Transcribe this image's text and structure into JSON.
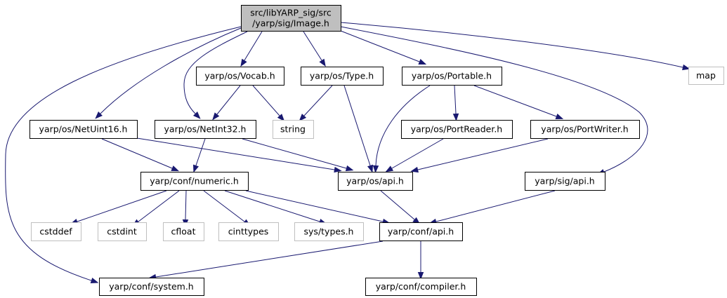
{
  "diagram": {
    "type": "include-dependency-graph",
    "colors": {
      "background": "#ffffff",
      "root_fill": "#bfbfbf",
      "node_border": "#000000",
      "external_border": "#bfbfbf",
      "edge": "#191970"
    },
    "nodes": [
      {
        "id": "image",
        "kind": "root",
        "lines": [
          "src/libYARP_sig/src",
          "/yarp/sig/Image.h"
        ]
      },
      {
        "id": "vocab",
        "kind": "local",
        "lines": [
          "yarp/os/Vocab.h"
        ]
      },
      {
        "id": "type",
        "kind": "local",
        "lines": [
          "yarp/os/Type.h"
        ]
      },
      {
        "id": "portable",
        "kind": "local",
        "lines": [
          "yarp/os/Portable.h"
        ]
      },
      {
        "id": "map",
        "kind": "external",
        "lines": [
          "map"
        ]
      },
      {
        "id": "netuint16",
        "kind": "local",
        "lines": [
          "yarp/os/NetUint16.h"
        ]
      },
      {
        "id": "netint32",
        "kind": "local",
        "lines": [
          "yarp/os/NetInt32.h"
        ]
      },
      {
        "id": "string",
        "kind": "external",
        "lines": [
          "string"
        ]
      },
      {
        "id": "portreader",
        "kind": "local",
        "lines": [
          "yarp/os/PortReader.h"
        ]
      },
      {
        "id": "portwriter",
        "kind": "local",
        "lines": [
          "yarp/os/PortWriter.h"
        ]
      },
      {
        "id": "numeric",
        "kind": "local",
        "lines": [
          "yarp/conf/numeric.h"
        ]
      },
      {
        "id": "osapi",
        "kind": "local",
        "lines": [
          "yarp/os/api.h"
        ]
      },
      {
        "id": "sigapi",
        "kind": "local",
        "lines": [
          "yarp/sig/api.h"
        ]
      },
      {
        "id": "cstddef",
        "kind": "external",
        "lines": [
          "cstddef"
        ]
      },
      {
        "id": "cstdint",
        "kind": "external",
        "lines": [
          "cstdint"
        ]
      },
      {
        "id": "cfloat",
        "kind": "external",
        "lines": [
          "cfloat"
        ]
      },
      {
        "id": "cinttypes",
        "kind": "external",
        "lines": [
          "cinttypes"
        ]
      },
      {
        "id": "systypes",
        "kind": "external",
        "lines": [
          "sys/types.h"
        ]
      },
      {
        "id": "confapi",
        "kind": "local",
        "lines": [
          "yarp/conf/api.h"
        ]
      },
      {
        "id": "system",
        "kind": "local",
        "lines": [
          "yarp/conf/system.h"
        ]
      },
      {
        "id": "compiler",
        "kind": "local",
        "lines": [
          "yarp/conf/compiler.h"
        ]
      }
    ],
    "edges": [
      {
        "from": "image",
        "to": "vocab"
      },
      {
        "from": "image",
        "to": "type"
      },
      {
        "from": "image",
        "to": "portable"
      },
      {
        "from": "image",
        "to": "map"
      },
      {
        "from": "image",
        "to": "netuint16"
      },
      {
        "from": "image",
        "to": "netint32"
      },
      {
        "from": "image",
        "to": "sigapi"
      },
      {
        "from": "image",
        "to": "system"
      },
      {
        "from": "vocab",
        "to": "netint32"
      },
      {
        "from": "vocab",
        "to": "string"
      },
      {
        "from": "type",
        "to": "string"
      },
      {
        "from": "type",
        "to": "osapi"
      },
      {
        "from": "portable",
        "to": "portreader"
      },
      {
        "from": "portable",
        "to": "portwriter"
      },
      {
        "from": "portable",
        "to": "osapi"
      },
      {
        "from": "netuint16",
        "to": "numeric"
      },
      {
        "from": "netuint16",
        "to": "osapi"
      },
      {
        "from": "netint32",
        "to": "numeric"
      },
      {
        "from": "netint32",
        "to": "osapi"
      },
      {
        "from": "portreader",
        "to": "osapi"
      },
      {
        "from": "portwriter",
        "to": "osapi"
      },
      {
        "from": "numeric",
        "to": "cstddef"
      },
      {
        "from": "numeric",
        "to": "cstdint"
      },
      {
        "from": "numeric",
        "to": "cfloat"
      },
      {
        "from": "numeric",
        "to": "cinttypes"
      },
      {
        "from": "numeric",
        "to": "systypes"
      },
      {
        "from": "numeric",
        "to": "confapi"
      },
      {
        "from": "osapi",
        "to": "confapi"
      },
      {
        "from": "sigapi",
        "to": "confapi"
      },
      {
        "from": "confapi",
        "to": "system"
      },
      {
        "from": "confapi",
        "to": "compiler"
      }
    ]
  }
}
